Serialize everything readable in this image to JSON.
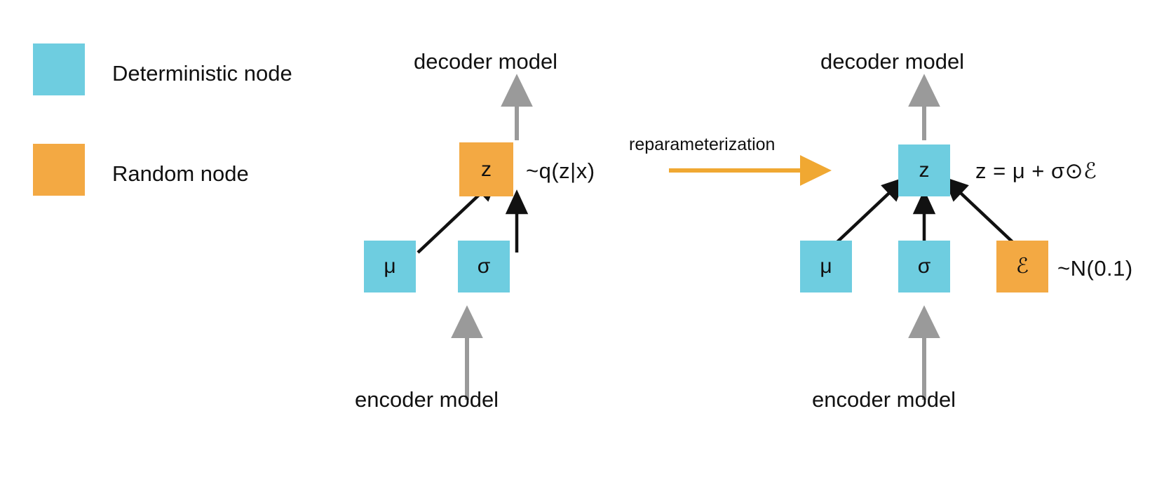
{
  "figure": {
    "title_text": "",
    "background": "#ffffff",
    "colors": {
      "deterministic_node": "#6ECDE0",
      "random_node": "#F3A943",
      "gray_arrow": "#9A9A9A",
      "black_arrow": "#111111",
      "orange_arrow": "#F0A832",
      "text": "#111111"
    }
  },
  "legend": {
    "items": [
      {
        "label": "Deterministic node",
        "color": "#6ECDE0",
        "swatch_name": "deterministic-node-swatch"
      },
      {
        "label": "Random node",
        "color": "#F3A943",
        "swatch_name": "random-node-swatch"
      }
    ]
  },
  "left_diagram": {
    "name": "before-reparameterization",
    "top_caption": "decoder model",
    "bottom_caption": "encoder model",
    "z_node": {
      "label": "z",
      "type": "random",
      "color": "#F3A943"
    },
    "z_annotation": "~q(z|x)",
    "input_nodes": [
      {
        "label": "μ",
        "type": "deterministic",
        "color": "#6ECDE0"
      },
      {
        "label": "σ",
        "type": "deterministic",
        "color": "#6ECDE0"
      }
    ]
  },
  "transition": {
    "label": "reparameterization",
    "arrow_color": "#F0A832",
    "arrow_name": "reparameterization-arrow"
  },
  "right_diagram": {
    "name": "after-reparameterization",
    "top_caption": "decoder model",
    "bottom_caption": "encoder model",
    "z_node": {
      "label": "z",
      "type": "deterministic",
      "color": "#6ECDE0"
    },
    "z_annotation": "z = μ + σ⊙ℰ",
    "input_nodes": [
      {
        "label": "μ",
        "type": "deterministic",
        "color": "#6ECDE0"
      },
      {
        "label": "σ",
        "type": "deterministic",
        "color": "#6ECDE0"
      },
      {
        "label": "ℰ",
        "type": "random",
        "color": "#F3A943"
      }
    ],
    "epsilon_annotation": "~N(0.1)"
  }
}
